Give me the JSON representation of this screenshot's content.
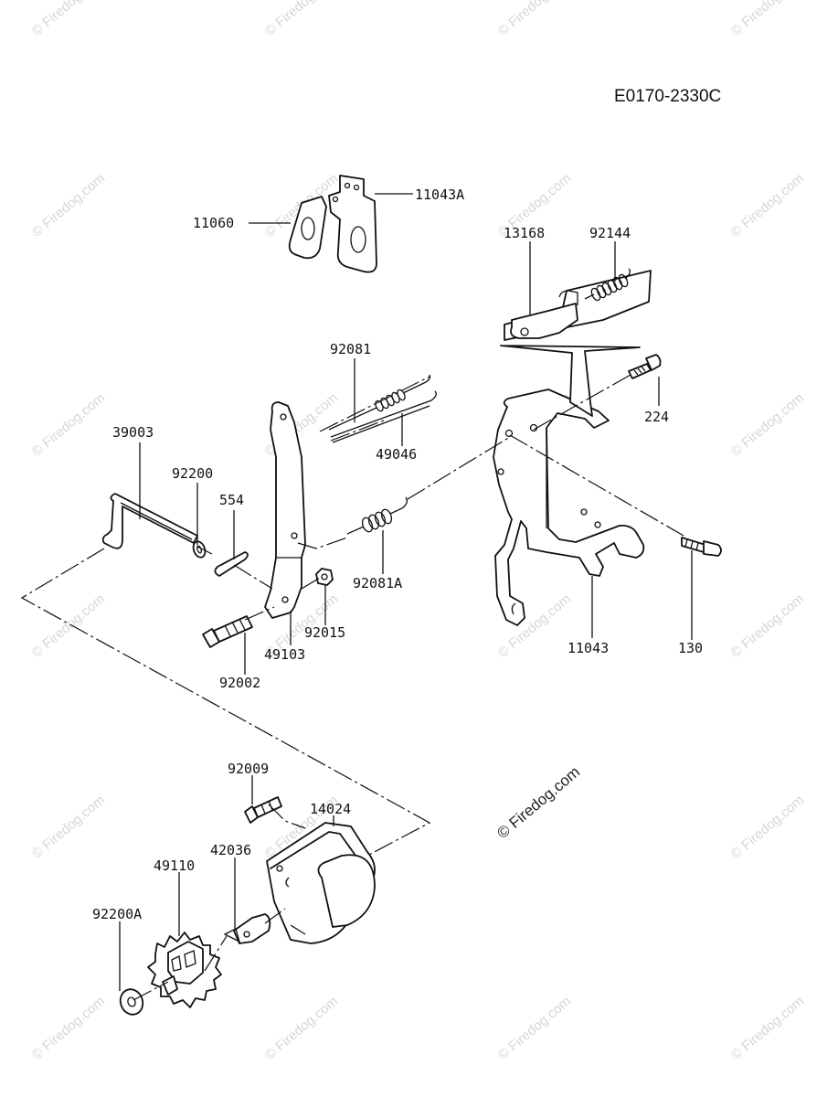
{
  "diagram_code": "E0170-2330C",
  "watermark": {
    "text": "© Firedog.com"
  },
  "parts": [
    {
      "id": "p11043A",
      "number": "11043A"
    },
    {
      "id": "p11060",
      "number": "11060"
    },
    {
      "id": "p13168",
      "number": "13168"
    },
    {
      "id": "p92144",
      "number": "92144"
    },
    {
      "id": "p92081",
      "number": "92081"
    },
    {
      "id": "p224",
      "number": "224"
    },
    {
      "id": "p39003",
      "number": "39003"
    },
    {
      "id": "p49046",
      "number": "49046"
    },
    {
      "id": "p92200",
      "number": "92200"
    },
    {
      "id": "p554",
      "number": "554"
    },
    {
      "id": "p92081A",
      "number": "92081A"
    },
    {
      "id": "p92015",
      "number": "92015"
    },
    {
      "id": "p49103",
      "number": "49103"
    },
    {
      "id": "p92002",
      "number": "92002"
    },
    {
      "id": "p11043",
      "number": "11043"
    },
    {
      "id": "p130",
      "number": "130"
    },
    {
      "id": "p92009",
      "number": "92009"
    },
    {
      "id": "p14024",
      "number": "14024"
    },
    {
      "id": "p42036",
      "number": "42036"
    },
    {
      "id": "p49110",
      "number": "49110"
    },
    {
      "id": "p92200A",
      "number": "92200A"
    }
  ]
}
